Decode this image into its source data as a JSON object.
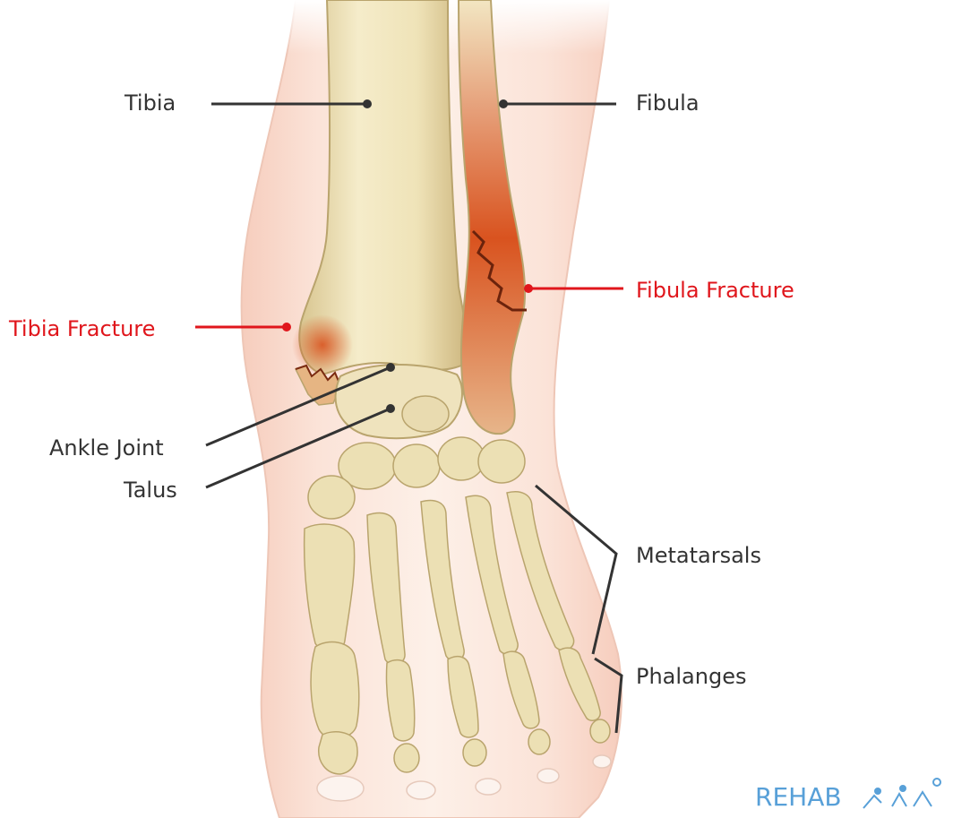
{
  "labels": {
    "tibia": "Tibia",
    "fibula": "Fibula",
    "fibula_fracture": "Fibula Fracture",
    "tibia_fracture": "Tibia Fracture",
    "ankle_joint": "Ankle Joint",
    "talus": "Talus",
    "metatarsals": "Metatarsals",
    "phalanges": "Phalanges"
  },
  "logo": {
    "text": "REHAB"
  },
  "colors": {
    "label_text": "#333333",
    "fracture_text": "#e0161c",
    "bone": "#ece0b4",
    "skin": "#f9ddd0",
    "fracture_tint": "#d9531f",
    "logo": "#58a0d8"
  }
}
